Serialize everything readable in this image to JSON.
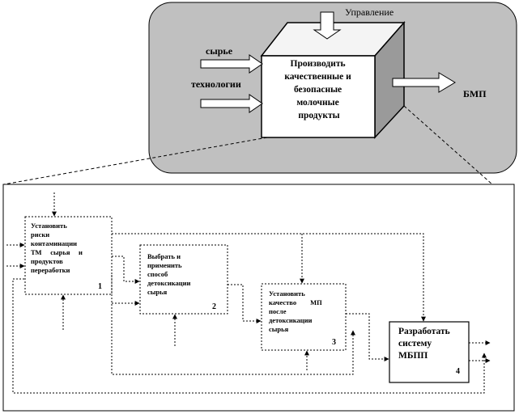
{
  "context": {
    "control_label": "Управление",
    "input_raw": "сырье",
    "input_tech": "технологии",
    "output_label": "БМП",
    "process_lines": [
      "Производить",
      "качественные и",
      "безопасные",
      "молочные",
      "продукты"
    ]
  },
  "activities": [
    {
      "number": "1",
      "lines": [
        "Установить",
        "риски",
        "контаминации",
        "ТМ     сырья     и",
        "продуктов",
        "переработки"
      ]
    },
    {
      "number": "2",
      "lines": [
        "Выбрать и",
        "применить",
        "способ",
        "детоксикации",
        "сырья"
      ]
    },
    {
      "number": "3",
      "lines": [
        "Установить",
        "качество        МП",
        "после",
        "детоксикации",
        "сырья"
      ]
    },
    {
      "number": "4",
      "lines": [
        "Разработать",
        "систему",
        "МБПП"
      ]
    }
  ],
  "colors": {
    "panel_fill": "#c0c0c0",
    "cube_front": "#ffffff",
    "cube_top": "#f4f4f4",
    "cube_side": "#9a9a9a",
    "line": "#000000"
  }
}
